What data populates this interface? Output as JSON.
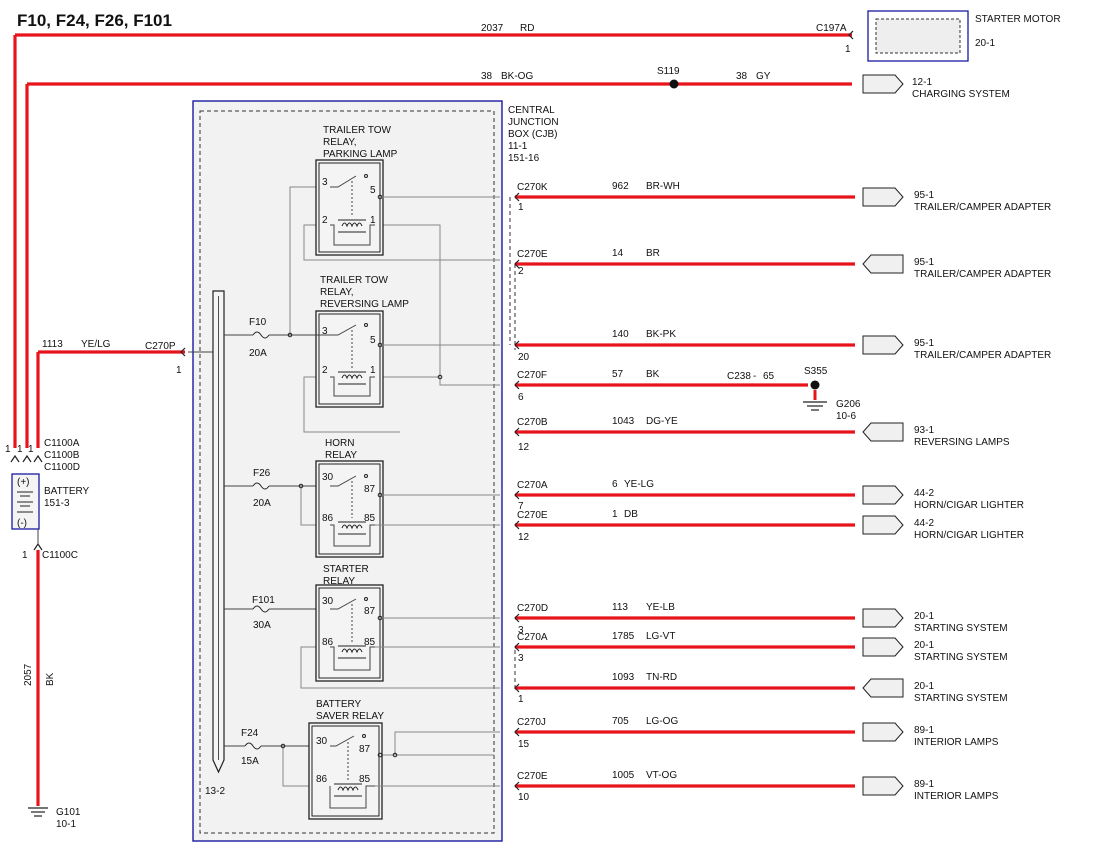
{
  "title": "F10, F24, F26, F101",
  "starter": {
    "wire": "2037",
    "color": "RD",
    "connector": "C197A",
    "pin": "1",
    "name": "STARTER MOTOR",
    "ref": "20-1"
  },
  "charging": {
    "wire_left": "38",
    "color_left": "BK-OG",
    "splice": "S119",
    "wire_right": "38",
    "color_right": "GY",
    "ref": "12-1",
    "name": "CHARGING SYSTEM"
  },
  "cjb": {
    "line1": "CENTRAL",
    "line2": "JUNCTION",
    "line3": "BOX (CJB)",
    "ref1": "11-1",
    "ref2": "151-16"
  },
  "feed": {
    "wire": "1113",
    "color": "YE/LG",
    "connector": "C270P",
    "pin": "1"
  },
  "busbar_ref": "13-2",
  "battery": {
    "c1": "C1100A",
    "c2": "C1100B",
    "c3": "C1100D",
    "pin": "1",
    "name": "BATTERY",
    "ref": "151-3",
    "plus": "(+)",
    "minus": "(-)",
    "ground_connector": "C1100C",
    "ground_pin": "1",
    "ground_wire": "2057",
    "ground_color": "BK",
    "ground_id": "G101",
    "ground_ref": "10-1"
  },
  "fuses": [
    {
      "name": "F10",
      "rating": "20A"
    },
    {
      "name": "F26",
      "rating": "20A"
    },
    {
      "name": "F101",
      "rating": "30A"
    },
    {
      "name": "F24",
      "rating": "15A"
    }
  ],
  "relays": [
    {
      "line1": "TRAILER TOW",
      "line2": "RELAY,",
      "line3": "PARKING LAMP",
      "p_com": "3",
      "p_no": "5",
      "p_coil_a": "2",
      "p_coil_b": "1"
    },
    {
      "line1": "TRAILER TOW",
      "line2": "RELAY,",
      "line3": "REVERSING LAMP",
      "p_com": "3",
      "p_no": "5",
      "p_coil_a": "2",
      "p_coil_b": "1"
    },
    {
      "line1": "HORN",
      "line2": "RELAY",
      "line3": "",
      "p_com": "30",
      "p_no": "87",
      "p_coil_a": "86",
      "p_coil_b": "85"
    },
    {
      "line1": "STARTER",
      "line2": "RELAY",
      "line3": "",
      "p_com": "30",
      "p_no": "87",
      "p_coil_a": "86",
      "p_coil_b": "85"
    },
    {
      "line1": "BATTERY",
      "line2": "SAVER  RELAY",
      "line3": "",
      "p_com": "30",
      "p_no": "87",
      "p_coil_a": "86",
      "p_coil_b": "85"
    }
  ],
  "circuits": [
    {
      "connector": "C270K",
      "pin": "1",
      "wire": "962",
      "color": "BR-WH",
      "ref": "95-1",
      "dest": "TRAILER/CAMPER ADAPTER"
    },
    {
      "connector": "C270E",
      "pin": "2",
      "wire": "14",
      "color": "BR",
      "ref": "95-1",
      "dest": "TRAILER/CAMPER ADAPTER"
    },
    {
      "connector": "",
      "pin": "20",
      "wire": "140",
      "color": "BK-PK",
      "ref": "95-1",
      "dest": "TRAILER/CAMPER ADAPTER"
    },
    {
      "connector": "C270F",
      "pin": "6",
      "wire": "57",
      "color": "BK",
      "ref": "",
      "dest": ""
    },
    {
      "connector": "C270B",
      "pin": "12",
      "wire": "1043",
      "color": "DG-YE",
      "ref": "93-1",
      "dest": "REVERSING LAMPS"
    },
    {
      "connector": "C270A",
      "pin": "7",
      "wire": "6",
      "color": "YE-LG",
      "ref": "44-2",
      "dest": "HORN/CIGAR LIGHTER"
    },
    {
      "connector": "C270E",
      "pin": "12",
      "wire": "1",
      "color": "DB",
      "ref": "44-2",
      "dest": "HORN/CIGAR LIGHTER"
    },
    {
      "connector": "C270D",
      "pin": "3",
      "wire": "113",
      "color": "YE-LB",
      "ref": "20-1",
      "dest": "STARTING SYSTEM"
    },
    {
      "connector": "C270A",
      "pin": "3",
      "wire": "1785",
      "color": "LG-VT",
      "ref": "20-1",
      "dest": "STARTING SYSTEM"
    },
    {
      "connector": "",
      "pin": "1",
      "wire": "1093",
      "color": "TN-RD",
      "ref": "20-1",
      "dest": "STARTING SYSTEM"
    },
    {
      "connector": "C270J",
      "pin": "15",
      "wire": "705",
      "color": "LG-OG",
      "ref": "89-1",
      "dest": "INTERIOR LAMPS"
    },
    {
      "connector": "C270E",
      "pin": "10",
      "wire": "1005",
      "color": "VT-OG",
      "ref": "89-1",
      "dest": "INTERIOR LAMPS"
    }
  ],
  "ground_s355": {
    "inline": "C238",
    "dash": "-",
    "inline_pin": "65",
    "splice": "S355",
    "ground_id": "G206",
    "ground_ref": "10-6"
  },
  "colors": {
    "wire_red": "#e8141c",
    "box_border": "#1a1aa0",
    "box_fill": "#f2f2f2"
  }
}
